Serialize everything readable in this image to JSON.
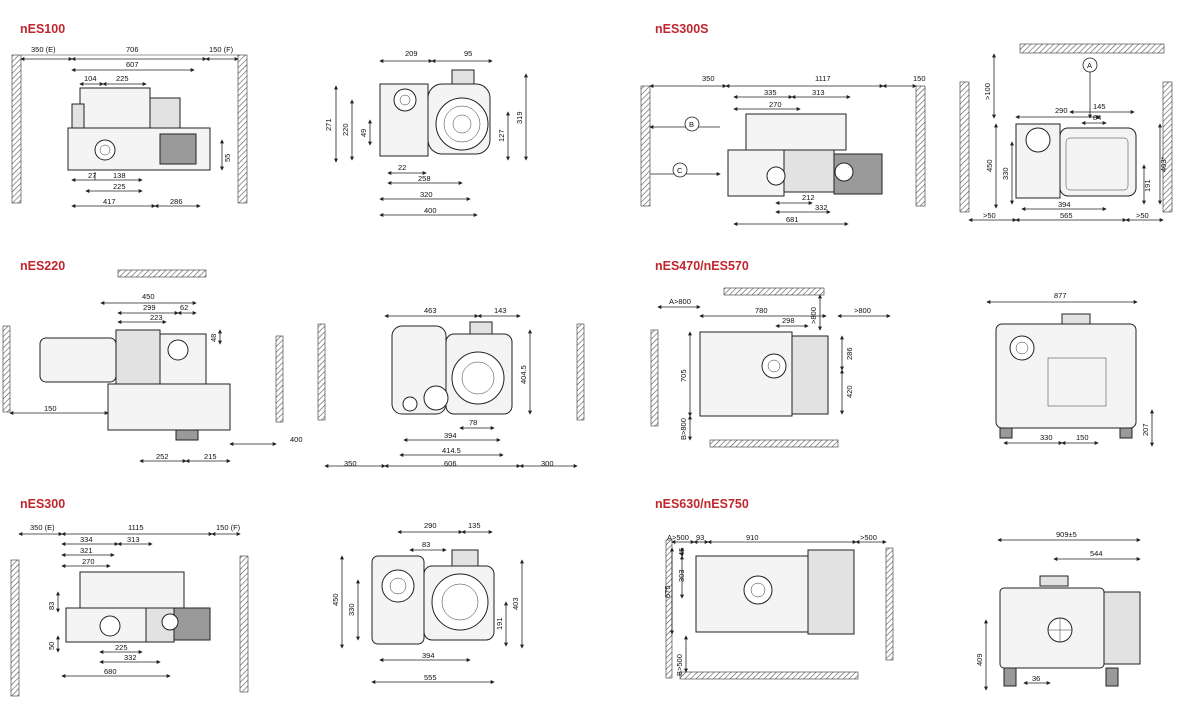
{
  "titles": {
    "nes100": "nES100",
    "nes300s": "nES300S",
    "nes220": "nES220",
    "nes470": "nES470/nES570",
    "nes300": "nES300",
    "nes630": "nES630/nES750"
  },
  "colors": {
    "title": "#c0262d",
    "line": "#222222",
    "hatch": "#555555"
  },
  "nes100": {
    "side": [
      "350 (E)",
      "706",
      "150 (F)",
      "607",
      "104",
      "225",
      "27",
      "138",
      "225",
      "417",
      "286",
      "55"
    ],
    "front": [
      "209",
      "95",
      "271",
      "220",
      "49",
      "22",
      "258",
      "320",
      "400",
      "127",
      "319"
    ]
  },
  "nes300s": {
    "side": [
      "350",
      "1117",
      "150",
      "335",
      "313",
      "270",
      "B",
      "C",
      "212",
      "332",
      "681"
    ],
    "front": [
      "A",
      ">100",
      "290",
      "145",
      "84",
      "450",
      "330",
      "191",
      "403*",
      "394",
      ">50",
      "565",
      ">50"
    ]
  },
  "nes220": {
    "side": [
      "450",
      "299",
      "62",
      "223",
      "48",
      "150",
      "252",
      "215",
      "400"
    ],
    "front": [
      "463",
      "143",
      "404.5",
      "78",
      "394",
      "414.5",
      "350",
      "606",
      "300"
    ]
  },
  "nes470": {
    "top": [
      "A>800",
      "780",
      "298",
      ">800",
      ">800",
      "705",
      "286",
      "420",
      "B>800"
    ],
    "front": [
      "877",
      "330",
      "150",
      "207"
    ]
  },
  "nes300": {
    "side": [
      "350 (E)",
      "1115",
      "150 (F)",
      "334",
      "313",
      "321",
      "270",
      "83",
      "50",
      "225",
      "332",
      "680"
    ],
    "front": [
      "290",
      "135",
      "83",
      "450",
      "330",
      "403",
      "191",
      "394",
      "555"
    ]
  },
  "nes630": {
    "top": [
      "A>500",
      "93",
      "910",
      ">500",
      "45",
      "303",
      "675",
      "B>500"
    ],
    "front": [
      "909±5",
      "544",
      "409",
      "36"
    ]
  }
}
